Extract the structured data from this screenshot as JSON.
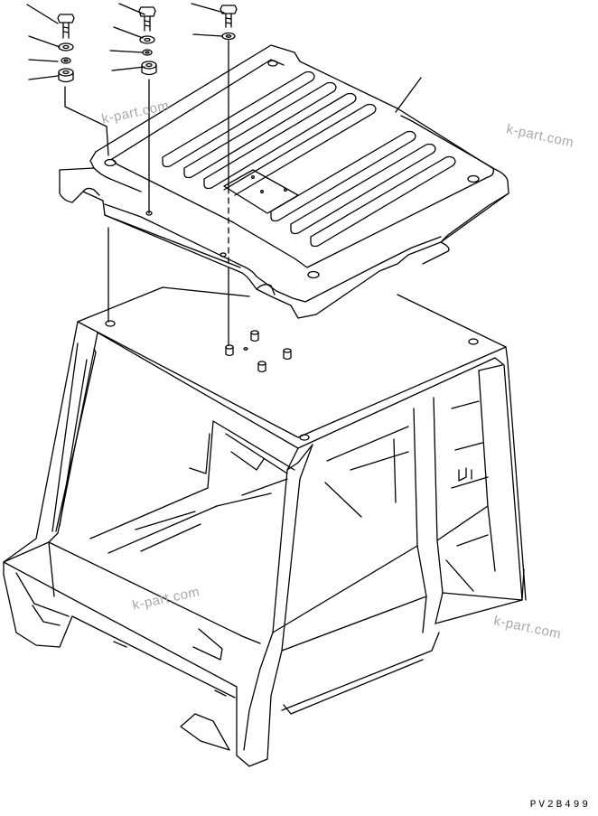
{
  "diagram": {
    "colors": {
      "line": "#000000",
      "background": "#ffffff",
      "watermark": "#a9a9a9"
    },
    "watermarks": [
      "k-part.com",
      "k-part.com",
      "k-part.com",
      "k-part.com"
    ],
    "drawing_code": "PV2B499",
    "parts": [
      "bolt-icon",
      "washer-icon",
      "lock-washer-icon",
      "rubber-mount-icon",
      "roof-cover",
      "cab-frame",
      "nut-icon"
    ]
  }
}
